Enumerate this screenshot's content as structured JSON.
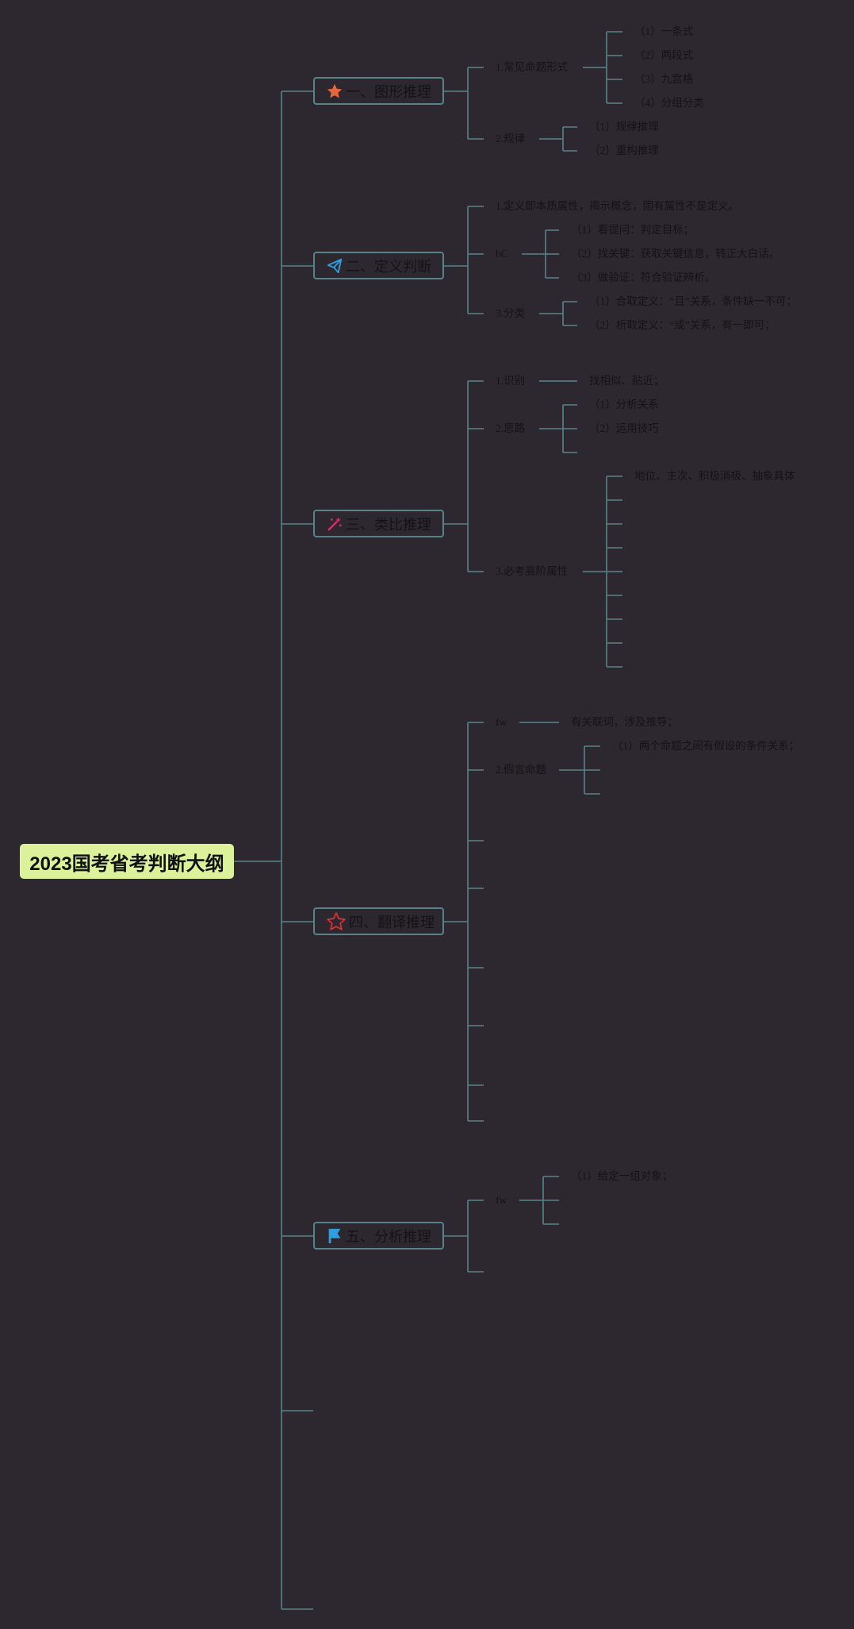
{
  "root": {
    "title": "2023国考省考判断大纲"
  },
  "colors": {
    "background": "#2d2830",
    "connector": "#58828a",
    "root_fill": "#dcf29a"
  },
  "topics": [
    {
      "label": "一、图形推理",
      "icon": "star-filled-icon",
      "icon_color": "#e8663b"
    },
    {
      "label": "二、定义判断",
      "icon": "paper-plane-icon",
      "icon_color": "#2e9fe0"
    },
    {
      "label": "三、类比推理",
      "icon": "magic-wand-icon",
      "icon_color": "#e0306a"
    },
    {
      "label": "四、翻译推理",
      "icon": "star-outline-icon",
      "icon_color": "#e03030"
    },
    {
      "label": "五、分析推理",
      "icon": "flag-icon",
      "icon_color": "#2e9fe0"
    }
  ],
  "nodes": {
    "t1_a": "1.常见命题形式",
    "t1_a1": "（1）一条式",
    "t1_a2": "（2）两段式",
    "t1_a3": "（3）九宫格",
    "t1_a4": "（4）分组分类",
    "t1_b": "2.规律",
    "t1_b1": "（1）规律推理",
    "t1_b2": "（2）重构推理",
    "t2_a": "1.定义即本质属性，揭示概念，固有属性不是定义。",
    "t2_b": "bC",
    "t2_b1": "（1）看提问：判定目标；",
    "t2_b2": "（2）找关键：获取关键信息，转正大白话。",
    "t2_b3": "（3）做验证：符合验证辨析。",
    "t2_c": "3.分类",
    "t2_c1": "（1）合取定义：“且”关系，条件缺一不可；",
    "t2_c2": "（2）析取定义：“或”关系，有一即可；",
    "t3_a": "1.识别",
    "t3_a1": "找相似、贴近；",
    "t3_b": "2.思路",
    "t3_b1": "（1）分析关系",
    "t3_b2": "（2）运用技巧",
    "t3_c": "3.必考高阶属性",
    "t3_c1": "地位、主次、积极消极、抽象具体",
    "t4_a": "fw",
    "t4_a1": "有关联词，涉及推导；",
    "t4_b": "2.假言命题",
    "t4_b1": "（1）两个命题之间有假设的条件关系；",
    "t5_a": "fw",
    "t5_a1": "（1）给定一组对象；"
  }
}
